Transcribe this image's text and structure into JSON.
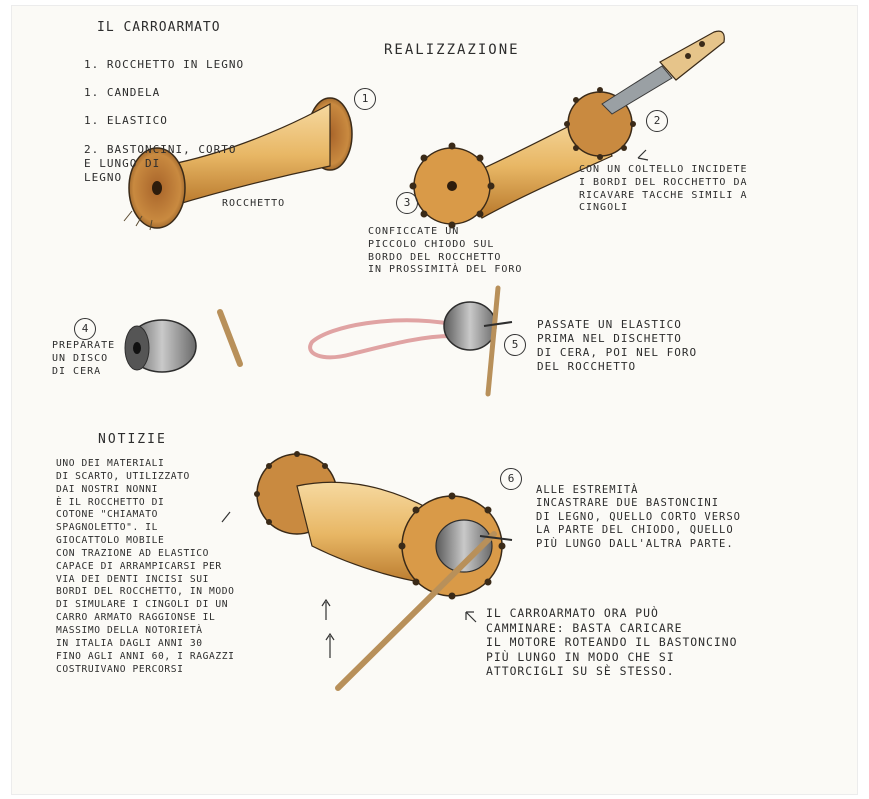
{
  "title": "IL CARROARMATO",
  "materials": [
    "1. ROCCHETTO IN LEGNO",
    "1. CANDELA",
    "1. ELASTICO",
    "2. BASTONCINI, CORTO\nE LUNGO DI\nLEGNO"
  ],
  "realization_heading": "REALIZZAZIONE",
  "labels": {
    "rocchetto": "ROCCHETTO"
  },
  "steps": [
    {
      "number": "1",
      "text": ""
    },
    {
      "number": "2",
      "text": "CON UN COLTELLO INCIDETE\nI BORDI DEL ROCCHETTO DA\nRICAVARE TACCHE SIMILI A\nCINGOLI"
    },
    {
      "number": "3",
      "text": "CONFICCATE UN\nPICCOLO CHIODO SUL\nBORDO DEL ROCCHETTO\nIN PROSSIMITÀ DEL FORO"
    },
    {
      "number": "4",
      "text": "PREPARATE\nUN DISCO\nDI CERA"
    },
    {
      "number": "5",
      "text": "PASSATE UN ELASTICO\nPRIMA NEL DISCHETTO\nDI CERA, POI NEL FORO\nDEL ROCCHETTO"
    },
    {
      "number": "6",
      "text": "ALLE ESTREMITÀ\nINCASTRARE DUE BASTONCINI\nDI LEGNO, QUELLO CORTO VERSO\nLA PARTE DEL CHIODO, QUELLO\nPIÙ LUNGO DALL'ALTRA PARTE."
    }
  ],
  "final_note": "IL CARROARMATO ORA PUÒ\nCAMMINARE: BASTA CARICARE\nIL MOTORE ROTEANDO IL BASTONCINO\nPIÙ LUNGO IN MODO CHE SI\nATTORCIGLI SU SÈ STESSO.",
  "notes": {
    "heading": "NOTIZIE",
    "text": "UNO DEI MATERIALI\nDI SCARTO, UTILIZZATO\nDAI NOSTRI NONNI\nÈ IL ROCCHETTO DI\nCOTONE \"CHIAMATO\nSPAGNOLETTO\". IL\nGIOCATTOLO MOBILE\nCON TRAZIONE AD ELASTICO\nCAPACE DI ARRAMPICARSI PER\nVIA DEI DENTI INCISI SUI\nBORDI DEL ROCCHETTO, IN MODO\nDI SIMULARE I CINGOLI DI UN\nCARRO ARMATO RAGGIONSE IL\nMASSIMO DELLA NOTORIETÀ\nIN ITALIA DAGLI ANNI 30\nFINO AGLI ANNI 60, I RAGAZZI\nCOSTRUIVANO PERCORSI"
  },
  "colors": {
    "wood": "#e8b765",
    "wood_dark": "#b8782c",
    "ink": "#2d2d2d",
    "wax": "#8b8b8b",
    "elastic": "#e0a3a3",
    "knife": "#9aa0a4"
  }
}
